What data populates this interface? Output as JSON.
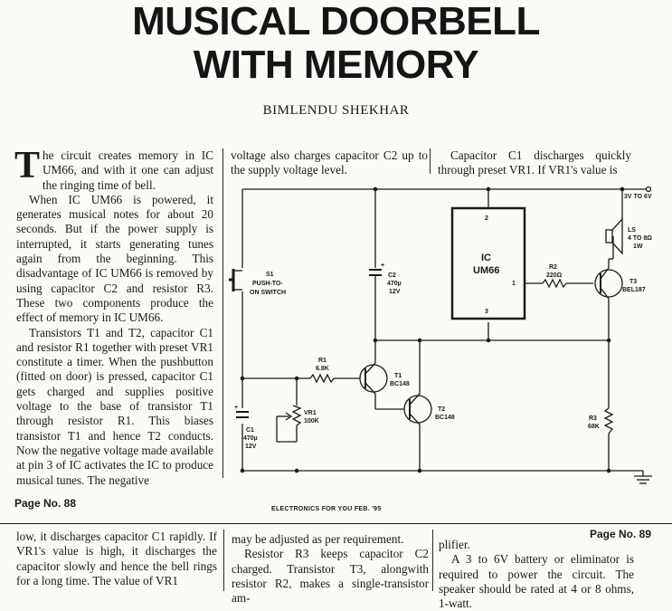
{
  "title": {
    "line1": "MUSICAL DOORBELL",
    "line2": "WITH MEMORY"
  },
  "author": "BIMLENDU SHEKHAR",
  "column1": {
    "dropcap": "T",
    "p1": "he circuit creates memory in IC UM66, and with it one can adjust the ringing time of bell.",
    "p2": "When IC UM66 is powered, it generates musical notes for about 20 seconds. But if the power supply is interrupted, it starts generating tunes again from the beginning. This disadvantage of IC UM66 is removed by using capacitor C2 and resistor R3. These two components produce the effect of memory in IC UM66.",
    "p3": "Transistors T1 and T2, capacitor C1 and resistor R1 together with preset VR1 constitute a timer. When the pushbutton (fitted on door) is pressed, capacitor C1 gets charged and supplies positive voltage to the base of transistor T1 through resistor R1. This biases transistor T1 and hence T2 conducts. Now the negative voltage made available at pin 3 of IC activates the IC to produce musical tunes. The negative"
  },
  "column2": {
    "p1": "voltage also charges capacitor C2 up to the supply voltage level."
  },
  "column3": {
    "p1": "Capacitor C1 discharges quickly through preset VR1. If VR1's value is"
  },
  "circuit": {
    "supply": "3V TO 6V",
    "speaker_name": "LS",
    "speaker_spec1": "4 TO 8Ω",
    "speaker_spec2": "1W",
    "ic_name": "IC",
    "ic_part": "UM66",
    "pin2": "2",
    "pin1": "1",
    "pin3": "3",
    "r2_name": "R2",
    "r2_value": "220Ω",
    "t3_name": "T3",
    "t3_part": "BEL187",
    "c2_name": "C2",
    "c2_value": "470µ",
    "c2_volt": "12V",
    "s1_name": "S1",
    "s1_desc1": "PUSH-TO-",
    "s1_desc2": "ON SWITCH",
    "r1_name": "R1",
    "r1_value": "6.8K",
    "t1_name": "T1",
    "t1_part": "BC148",
    "t2_name": "T2",
    "t2_part": "BC148",
    "vr1_name": "VR1",
    "vr1_value": "100K",
    "c1_name": "C1",
    "c1_value": "470µ",
    "c1_volt": "12V",
    "r3_name": "R3",
    "r3_value": "68K",
    "plus": "+"
  },
  "page_left": "Page No. 88",
  "page_right": "Page No. 89",
  "footer": "ELECTRONICS FOR YOU FEB. '95",
  "bottom": {
    "col1": "low, it discharges capacitor C1 rapidly. If VR1's value is high, it discharges the capacitor slowly and hence the bell rings for a long time. The value of VR1",
    "col2_p1": "may be adjusted as per requirement.",
    "col2_p2": "Resistor R3 keeps capacitor C2 charged. Transistor T3, alongwith resistor R2, makes a single-transistor am-",
    "col3_p1": "plifier.",
    "col3_p2": "A 3 to 6V battery or eliminator is required to power the circuit. The speaker should be rated at 4 or 8 ohms, 1-watt."
  }
}
